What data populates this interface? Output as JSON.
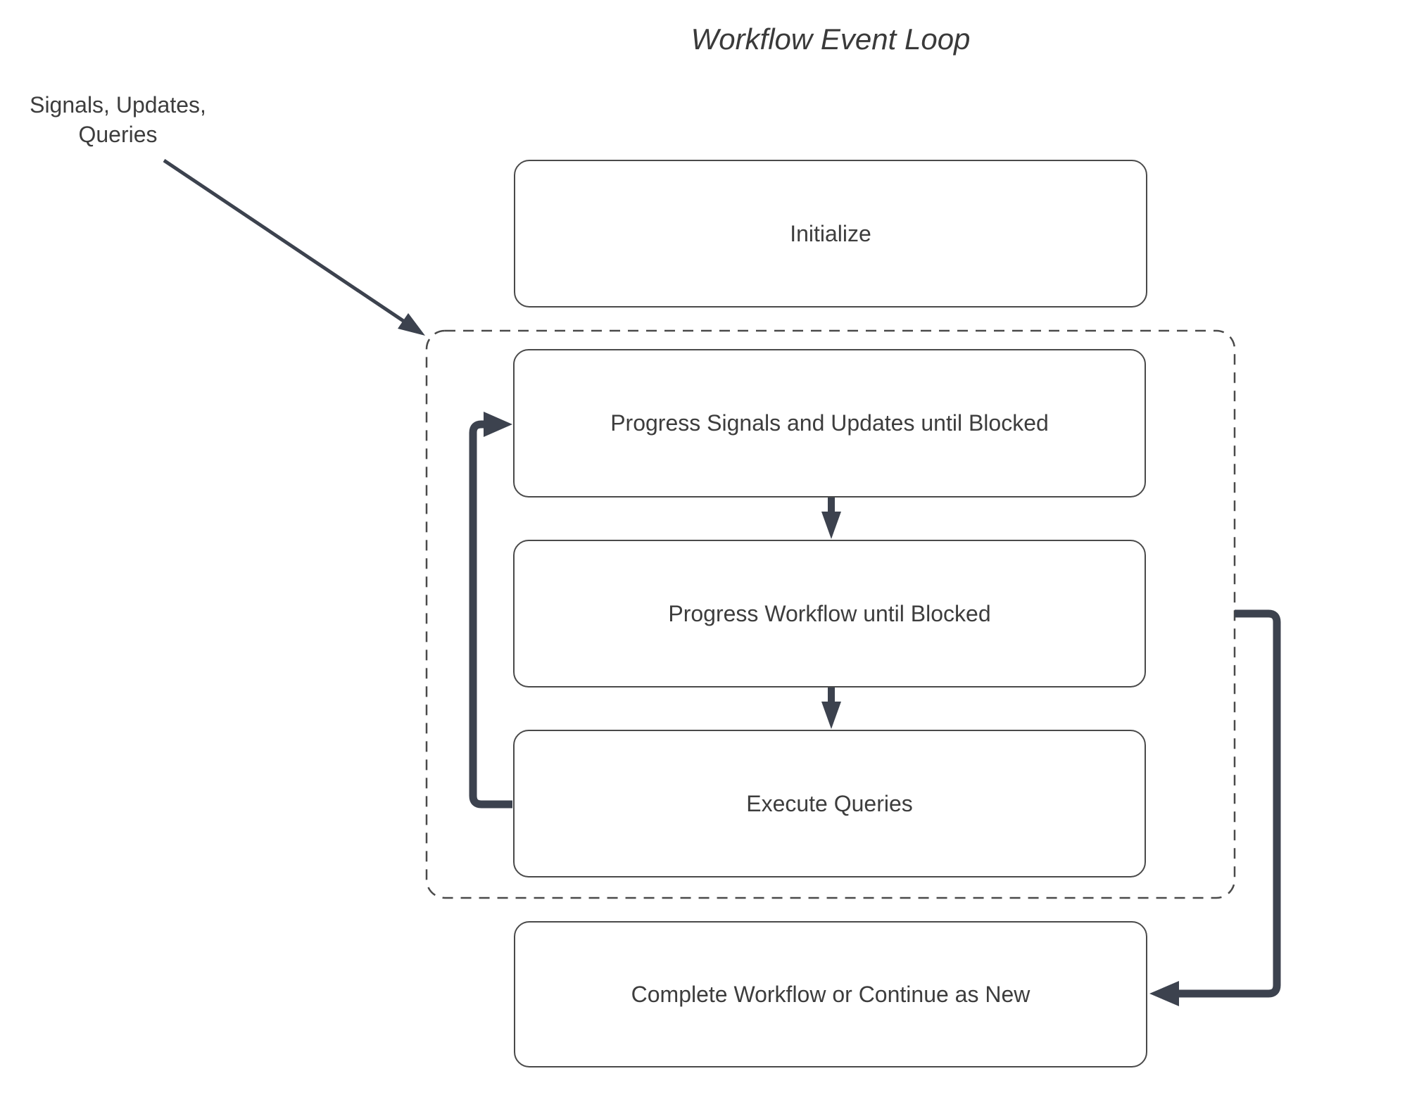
{
  "diagram": {
    "title": "Workflow Event Loop",
    "annotation": {
      "line1": "Signals, Updates,",
      "line2": "Queries"
    },
    "nodes": {
      "initialize": {
        "label": "Initialize"
      },
      "progress_signals": {
        "label": "Progress Signals and Updates until Blocked"
      },
      "progress_workflow": {
        "label": "Progress Workflow until Blocked"
      },
      "execute_queries": {
        "label": "Execute Queries"
      },
      "complete": {
        "label": "Complete Workflow or Continue as New"
      }
    },
    "group": {
      "name": "event-loop-group",
      "style": "dashed",
      "contains": [
        "progress_signals",
        "progress_workflow",
        "execute_queries"
      ]
    },
    "edges": [
      {
        "from": "annotation",
        "to": "event-loop-group",
        "style": "thin-diagonal-arrow"
      },
      {
        "from": "progress_signals",
        "to": "progress_workflow",
        "style": "down-arrow"
      },
      {
        "from": "progress_workflow",
        "to": "execute_queries",
        "style": "down-arrow"
      },
      {
        "from": "execute_queries",
        "to": "progress_signals",
        "style": "thick-loopback-arrow"
      },
      {
        "from": "event-loop-group",
        "to": "complete",
        "style": "thick-right-arrow"
      }
    ]
  },
  "colors": {
    "background": "#ffffff",
    "box_border": "#4a4a4a",
    "box_fill": "#ffffff",
    "text": "#3d3d3d",
    "arrow": "#3c424e",
    "dashed_border": "#4a4a4a"
  }
}
